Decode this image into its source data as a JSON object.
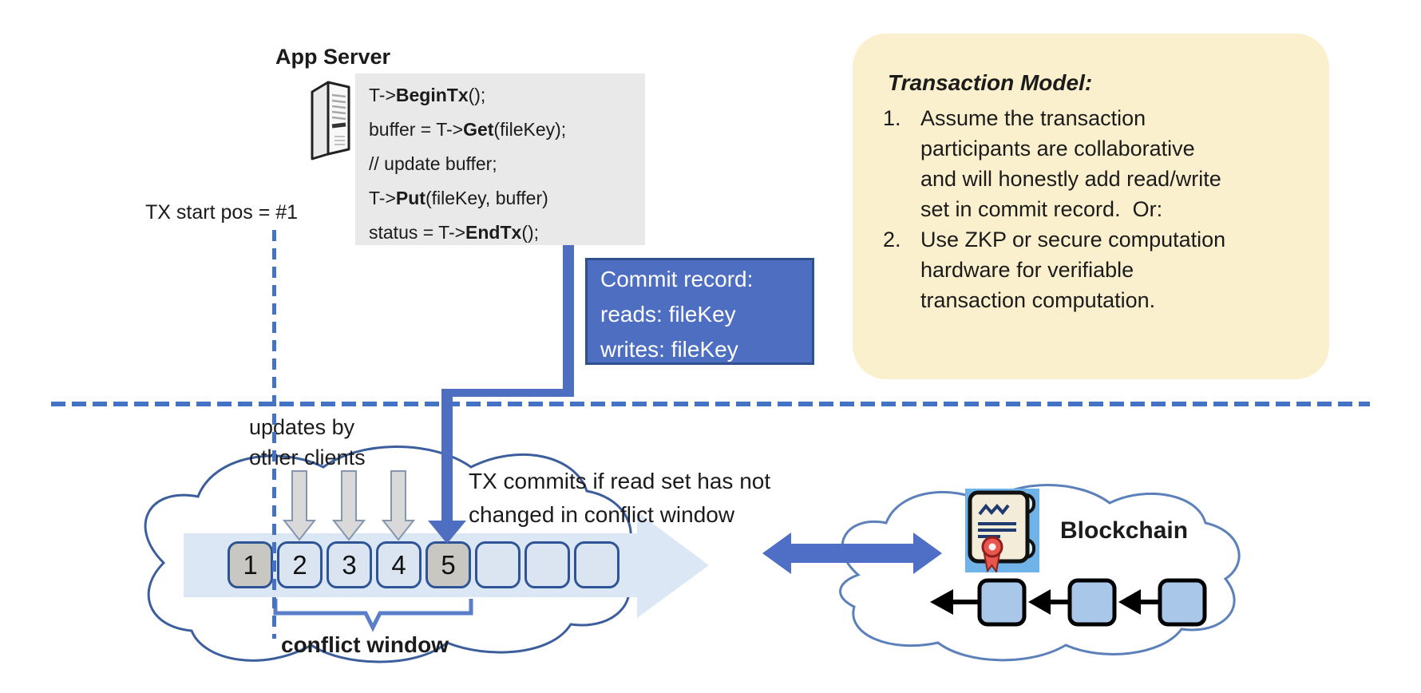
{
  "header": {
    "app_server_title": "App Server"
  },
  "code_block": {
    "lines": [
      {
        "pre": "T->",
        "bold": "BeginTx",
        "post": "();"
      },
      {
        "pre": "buffer = T->",
        "bold": "Get",
        "post": "(fileKey);"
      },
      {
        "pre": "// update buffer;",
        "bold": "",
        "post": ""
      },
      {
        "pre": "T->",
        "bold": "Put",
        "post": "(fileKey, buffer)"
      },
      {
        "pre": "status = T->",
        "bold": "EndTx",
        "post": "();"
      }
    ]
  },
  "tx_start_label": "TX start pos = #1",
  "commit_record": {
    "lines": [
      "Commit record:",
      "reads: fileKey",
      "writes: fileKey"
    ]
  },
  "transaction_model": {
    "title": "Transaction Model:",
    "items": [
      {
        "number": "1.",
        "text": "Assume the transaction\nparticipants are collaborative\nand will honestly add read/write\nset in commit record.  Or:"
      },
      {
        "number": "2.",
        "text": "Use ZKP or secure computation\nhardware for verifiable\ntransaction computation."
      }
    ]
  },
  "timeline": {
    "updates_label": "updates by\nother clients",
    "commit_condition_label": "TX commits if read set has not\nchanged in conflict window",
    "conflict_window_label": "conflict window",
    "slots": [
      {
        "label": "1",
        "highlighted": true
      },
      {
        "label": "2",
        "highlighted": false
      },
      {
        "label": "3",
        "highlighted": false
      },
      {
        "label": "4",
        "highlighted": false
      },
      {
        "label": "5",
        "highlighted": true
      },
      {
        "label": "",
        "highlighted": false
      },
      {
        "label": "",
        "highlighted": false
      },
      {
        "label": "",
        "highlighted": false
      }
    ]
  },
  "blockchain": {
    "label": "Blockchain",
    "block_count": 3
  },
  "icons": {
    "server": "server-tower-icon",
    "certificate": "certificate-scroll-icon"
  },
  "colors": {
    "accent_blue": "#4e6ec2",
    "dash_blue": "#4472c4",
    "slot_border": "#2e5496",
    "slot_blue_fill": "#dbe5f2",
    "slot_gray_fill": "#c8c7c2",
    "band_fill": "#dce7f5",
    "note_yellow": "#fbf0cd",
    "code_bg": "#e9e9e9",
    "cloud_stroke": "#3d5e9d",
    "block_fill": "#a9c7e9",
    "cert_bg": "#6fb3e8",
    "seal_red": "#e8564e"
  }
}
